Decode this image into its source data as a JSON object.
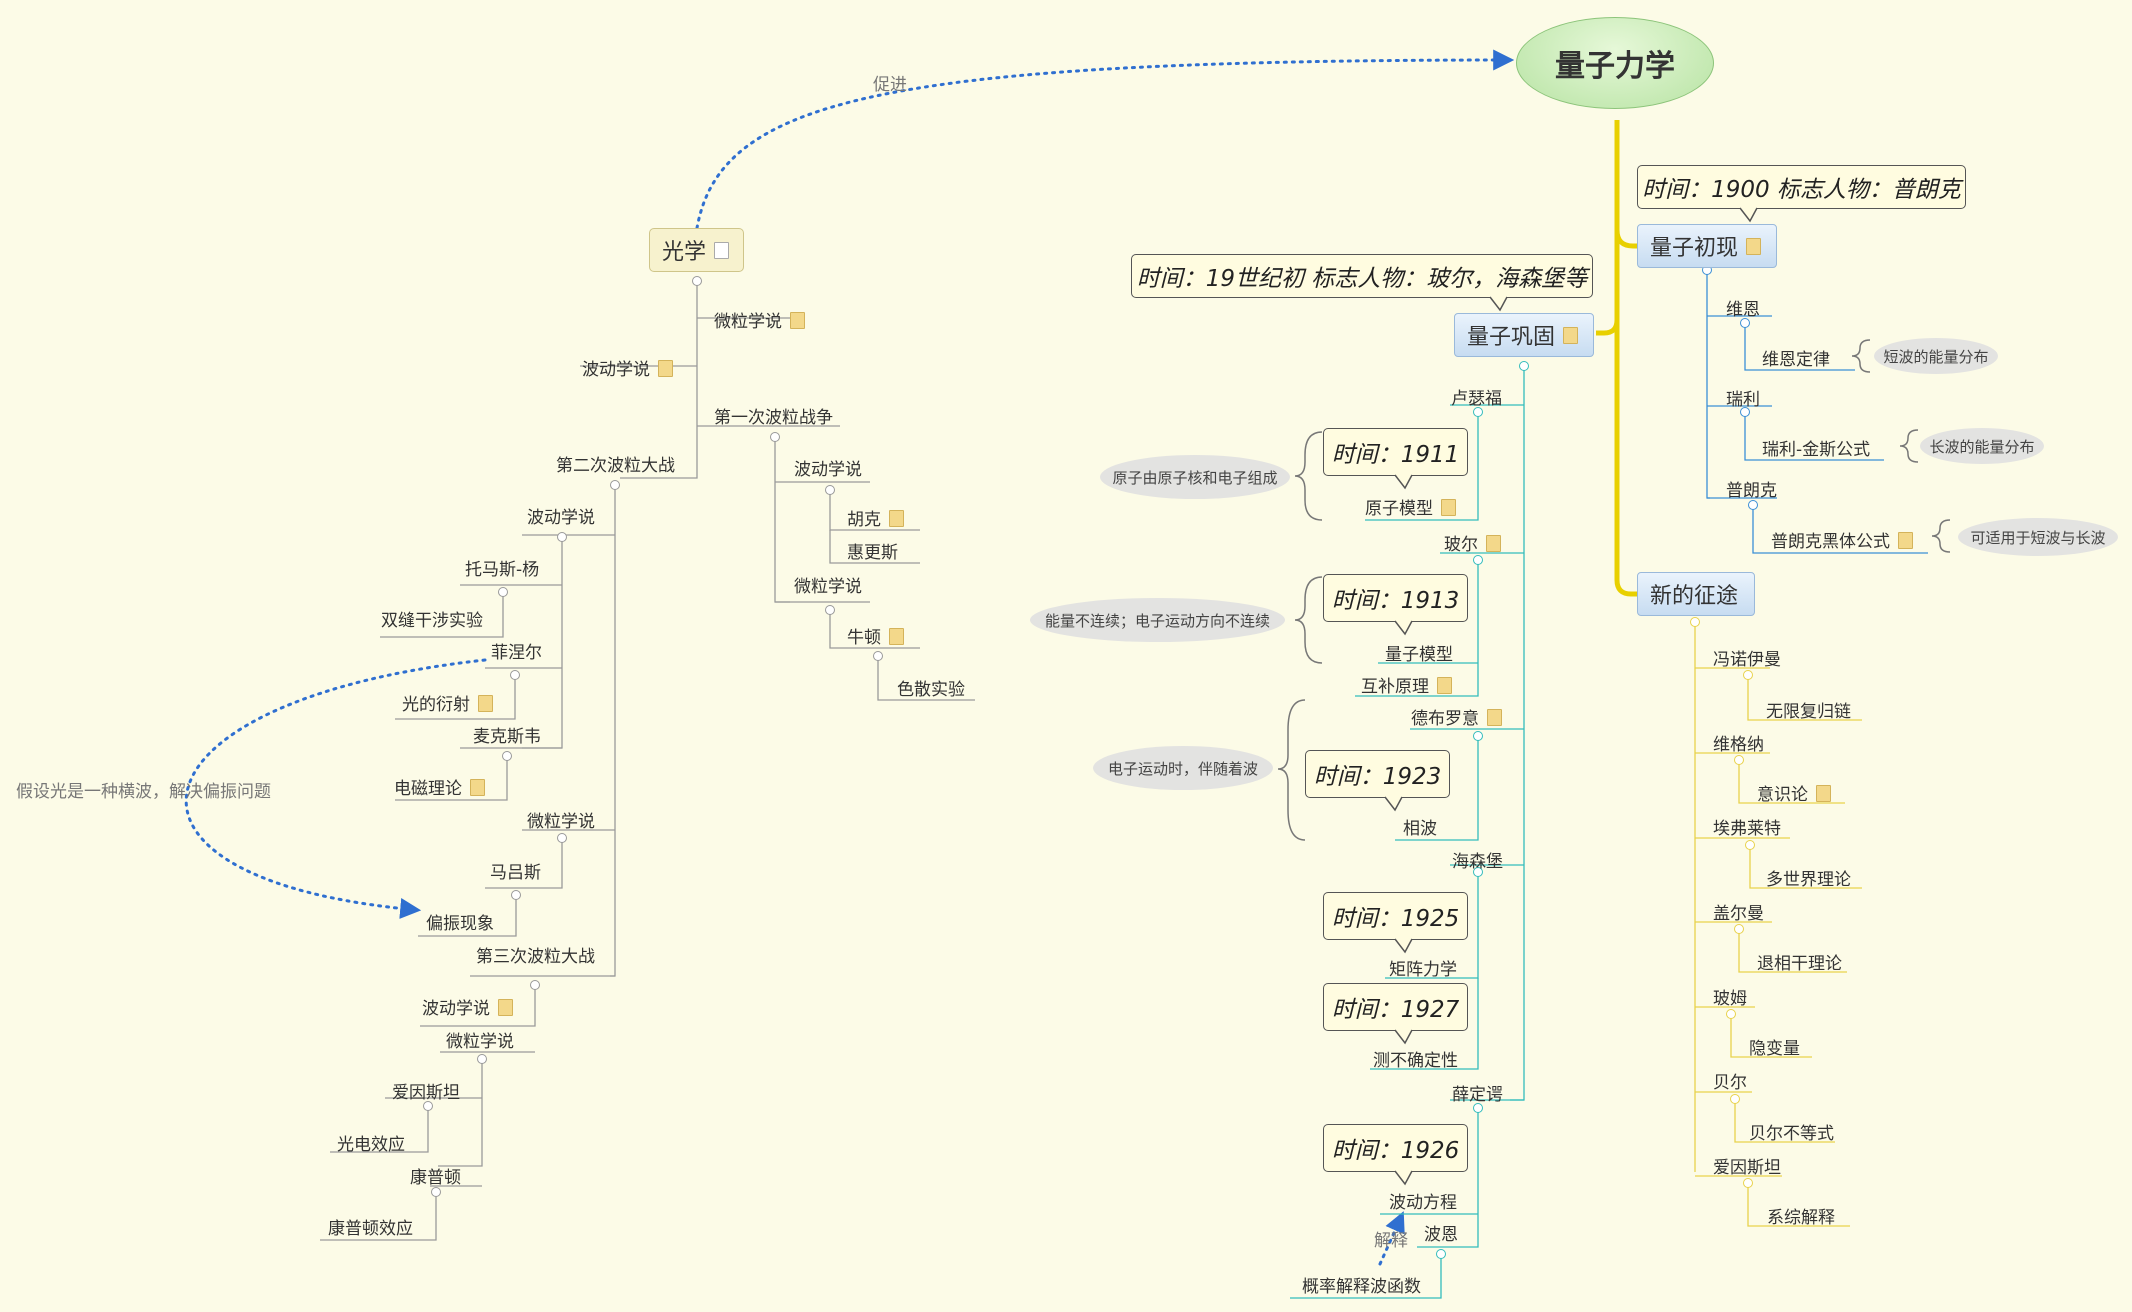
{
  "root": "量子力学",
  "relations": {
    "cujin": "促进",
    "polarization": "假设光是一种横波，解决偏振问题",
    "jieshi": "解释"
  },
  "colors": {
    "relation": "#2f6fd0",
    "optics_branch": "#9a9a9a",
    "consolidation_branch": "#33bcbc",
    "beginning_branch": "#3b8fd6",
    "new_branch": "#e8d24c",
    "root_link": "#e8d000"
  },
  "optics": {
    "title": "光学",
    "particle1": "微粒学说",
    "wave1": "波动学说",
    "war1": {
      "title": "第一次波粒战争",
      "wave": "波动学说",
      "hooke": "胡克",
      "huygens": "惠更斯",
      "particle": "微粒学说",
      "newton": "牛顿",
      "dispersion": "色散实验"
    },
    "war2": {
      "title": "第二次波粒大战",
      "wave": "波动学说",
      "young": "托马斯-杨",
      "double_slit": "双缝干涉实验",
      "fresnel": "菲涅尔",
      "diffraction": "光的衍射",
      "maxwell": "麦克斯韦",
      "em_theory": "电磁理论",
      "particle": "微粒学说",
      "malus": "马吕斯",
      "polarization": "偏振现象"
    },
    "war3": {
      "title": "第三次波粒大战",
      "wave": "波动学说",
      "particle": "微粒学说",
      "einstein": "爱因斯坦",
      "photoelectric": "光电效应",
      "compton": "康普顿",
      "compton_effect": "康普顿效应"
    }
  },
  "consolidation": {
    "title": "量子巩固",
    "callout": "时间：19世纪初  标志人物：玻尔，海森堡等",
    "rutherford": "卢瑟福",
    "t1911": "时间：1911",
    "atom_model": "原子模型",
    "atom_desc": "原子由原子核和电子组成",
    "bohr": "玻尔",
    "t1913": "时间：1913",
    "quantum_model": "量子模型",
    "complementarity": "互补原理",
    "bohr_desc": "能量不连续；电子运动方向不连续",
    "debroglie": "德布罗意",
    "t1923": "时间：1923",
    "phase_wave": "相波",
    "debroglie_desc": "电子运动时，伴随着波",
    "heisenberg": "海森堡",
    "t1925": "时间：1925",
    "matrix": "矩阵力学",
    "t1927": "时间：1927",
    "uncertainty": "测不确定性",
    "schrodinger": "薛定谔",
    "t1926": "时间：1926",
    "wave_eq": "波动方程",
    "bohm": "波恩",
    "prob_wave": "概率解释波函数"
  },
  "beginning": {
    "title": "量子初现",
    "callout": "时间：1900 标志人物：普朗克",
    "wien": "维恩",
    "wien_law": "维恩定律",
    "wien_desc": "短波的能量分布",
    "rayleigh": "瑞利",
    "rj_law": "瑞利-金斯公式",
    "rj_desc": "长波的能量分布",
    "planck": "普朗克",
    "planck_law": "普朗克黑体公式",
    "planck_desc": "可适用于短波与长波"
  },
  "new_journey": {
    "title": "新的征途",
    "items": [
      {
        "person": "冯诺伊曼",
        "idea": "无限复归链"
      },
      {
        "person": "维格纳",
        "idea": "意识论"
      },
      {
        "person": "埃弗莱特",
        "idea": "多世界理论"
      },
      {
        "person": "盖尔曼",
        "idea": "退相干理论"
      },
      {
        "person": "玻姆",
        "idea": "隐变量"
      },
      {
        "person": "贝尔",
        "idea": "贝尔不等式"
      },
      {
        "person": "爱因斯坦",
        "idea": "系综解释"
      }
    ]
  }
}
